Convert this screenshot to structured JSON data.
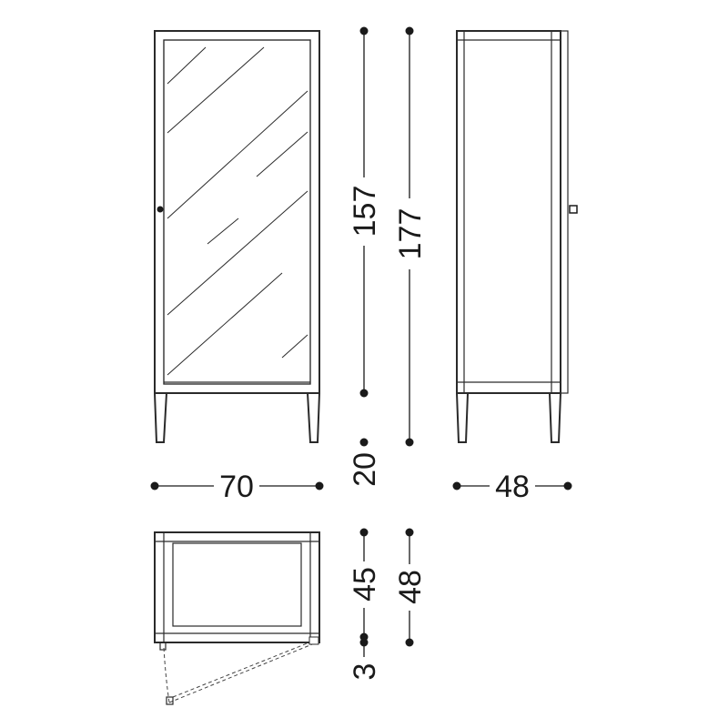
{
  "dimensions": {
    "glass_height": "157",
    "total_height": "177",
    "leg_height": "20",
    "front_width": "70",
    "side_depth": "48",
    "inner_depth": "45",
    "outer_depth": "48",
    "door_offset": "3"
  },
  "colors": {
    "line": "#2a2a2a",
    "background": "#ffffff"
  }
}
